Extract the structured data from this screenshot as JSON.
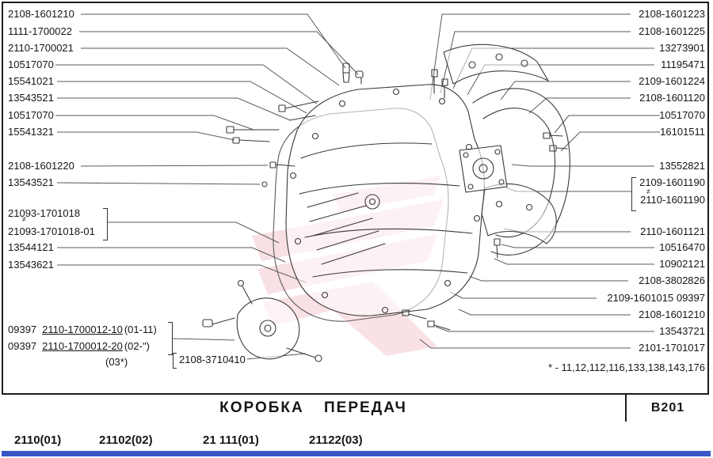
{
  "title_bar": {
    "title": "КОРОБКА ПЕРЕДАЧ",
    "code": "B201"
  },
  "left_labels": [
    "2108-1601210",
    "1111-1700022",
    "2110-1700021",
    "10517070",
    "15541021",
    "13543521",
    "10517070",
    "15541321",
    "2108-1601220",
    "13543521",
    "21093-1701018",
    "21093-1701018-01",
    "13544121",
    "13543621"
  ],
  "left_bottom": {
    "row1": {
      "prefix": "09397",
      "part": "2110-1700012-10",
      "suffix": "(01-11)"
    },
    "row2": {
      "prefix": "09397",
      "part": "2110-1700012-20",
      "suffix": "(02-\")"
    },
    "row3": "(03*)",
    "switch_label": "2108-3710410"
  },
  "right_labels": [
    "2108-1601223",
    "2108-1601225",
    "13273901",
    "11195471",
    "2109-1601224",
    "2108-1601120",
    "10517070",
    "16101511",
    "13552821",
    "2109-1601190",
    "2110-1601190",
    "2110-1601121",
    "10516470",
    "10902121",
    "2108-3802826",
    "2109-1601015 09397",
    "2108-1601210",
    "13543721",
    "2101-1701017"
  ],
  "footnote": "* - 11,12,112,116,133,138,143,176",
  "marks": {
    "variant": "≠"
  },
  "footer": {
    "models": [
      "2110(01)",
      "21102(02)",
      "21 111(01)",
      "21122(03)"
    ]
  },
  "colors": {
    "accent_bar": "#3a57c6",
    "watermark": "#d8475f",
    "line": "#3a3a3a"
  }
}
